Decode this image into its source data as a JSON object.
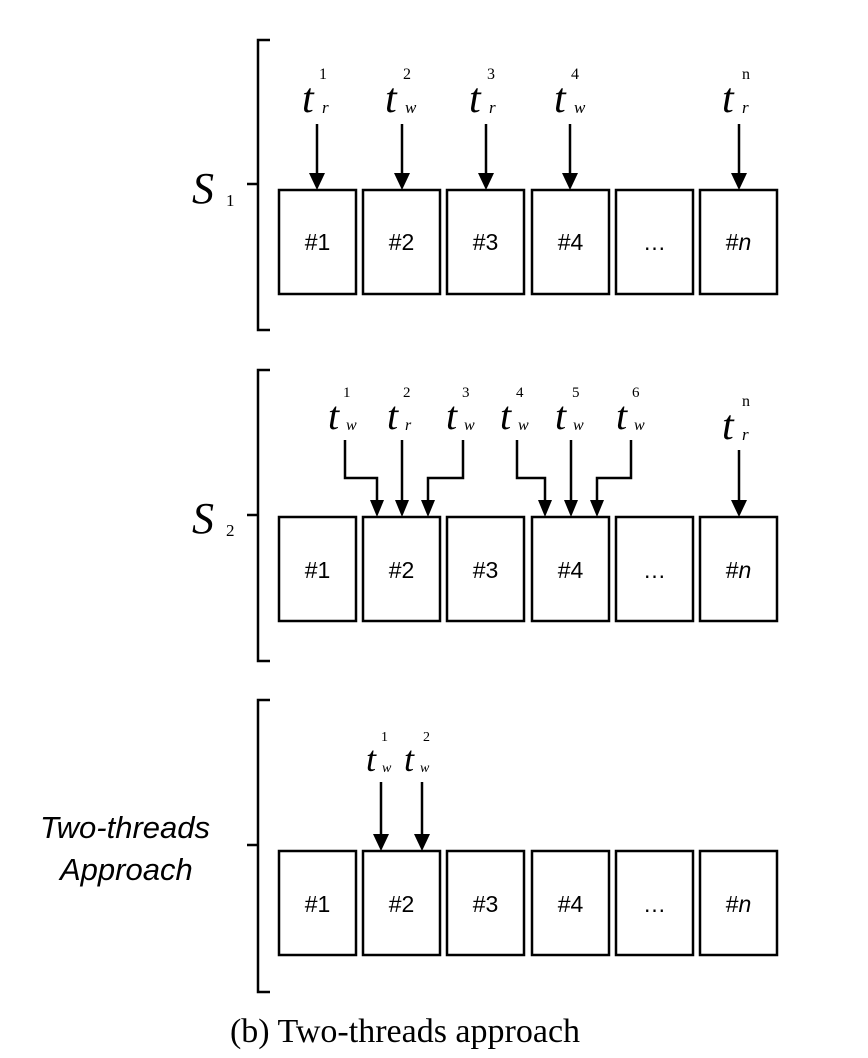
{
  "figure": {
    "caption": "(b) Two-threads approach"
  },
  "sections": [
    {
      "label": "S",
      "index": "1",
      "boxes": [
        "#1",
        "#2",
        "#3",
        "#4",
        "…",
        "#n"
      ],
      "threads": [
        {
          "t": "t",
          "sub": "r",
          "sup": "1"
        },
        {
          "t": "t",
          "sub": "w",
          "sup": "2"
        },
        {
          "t": "t",
          "sub": "r",
          "sup": "3"
        },
        {
          "t": "t",
          "sub": "w",
          "sup": "4"
        },
        {
          "t": "t",
          "sub": "r",
          "sup": "n"
        }
      ]
    },
    {
      "label": "S",
      "index": "2",
      "boxes": [
        "#1",
        "#2",
        "#3",
        "#4",
        "…",
        "#n"
      ],
      "threads": [
        {
          "t": "t",
          "sub": "w",
          "sup": "1"
        },
        {
          "t": "t",
          "sub": "r",
          "sup": "2"
        },
        {
          "t": "t",
          "sub": "w",
          "sup": "3"
        },
        {
          "t": "t",
          "sub": "w",
          "sup": "4"
        },
        {
          "t": "t",
          "sub": "w",
          "sup": "5"
        },
        {
          "t": "t",
          "sub": "w",
          "sup": "6"
        },
        {
          "t": "t",
          "sub": "r",
          "sup": "n"
        }
      ]
    },
    {
      "label_line1": "Two-threads",
      "label_line2": "Approach",
      "boxes": [
        "#1",
        "#2",
        "#3",
        "#4",
        "…",
        "#n"
      ],
      "threads": [
        {
          "t": "t",
          "sub": "w",
          "sup": "1"
        },
        {
          "t": "t",
          "sub": "w",
          "sup": "2"
        }
      ]
    }
  ]
}
